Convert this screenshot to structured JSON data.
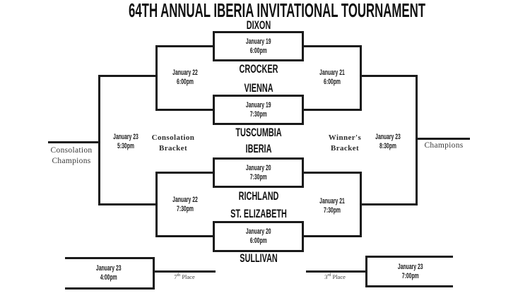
{
  "title": "64TH ANNUAL IBERIA INVITATIONAL TOURNAMENT",
  "first_round_games": [
    {
      "top_team": "DIXON",
      "bottom_team": "CROCKER",
      "date": "January 19",
      "time": "6:00pm"
    },
    {
      "top_team": "VIENNA",
      "bottom_team": "TUSCUMBIA",
      "date": "January 19",
      "time": "7:30pm"
    },
    {
      "top_team": "IBERIA",
      "bottom_team": "RICHLAND",
      "date": "January 20",
      "time": "7:30pm"
    },
    {
      "top_team": "ST. ELIZABETH",
      "bottom_team": "SULLIVAN",
      "date": "January 20",
      "time": "6:00pm"
    }
  ],
  "consolation_bracket": {
    "label_line1": "Consolation",
    "label_line2": "Bracket",
    "semifinal_top": {
      "date": "January 22",
      "time": "6:00pm"
    },
    "semifinal_bottom": {
      "date": "January 22",
      "time": "7:30pm"
    },
    "final": {
      "date": "January 23",
      "time": "5:30pm"
    },
    "champion_line1": "Consolation",
    "champion_line2": "Champions"
  },
  "winners_bracket": {
    "label_line1": "Winner's",
    "label_line2": "Bracket",
    "semifinal_top": {
      "date": "January 21",
      "time": "6:00pm"
    },
    "semifinal_bottom": {
      "date": "January 21",
      "time": "7:30pm"
    },
    "final": {
      "date": "January 23",
      "time": "8:30pm"
    },
    "champion_label": "Champions"
  },
  "placement_games": {
    "seventh_place": {
      "date": "January 23",
      "time": "4:00pm",
      "number": "7",
      "ordinal": "th",
      "word": "Place"
    },
    "third_place": {
      "date": "January 23",
      "time": "7:00pm",
      "number": "3",
      "ordinal": "rd",
      "word": "Place"
    }
  },
  "colors": {
    "line": "#1a1a1a",
    "text": "#111111",
    "serif_label": "#3a3a3a",
    "background": "#ffffff"
  }
}
